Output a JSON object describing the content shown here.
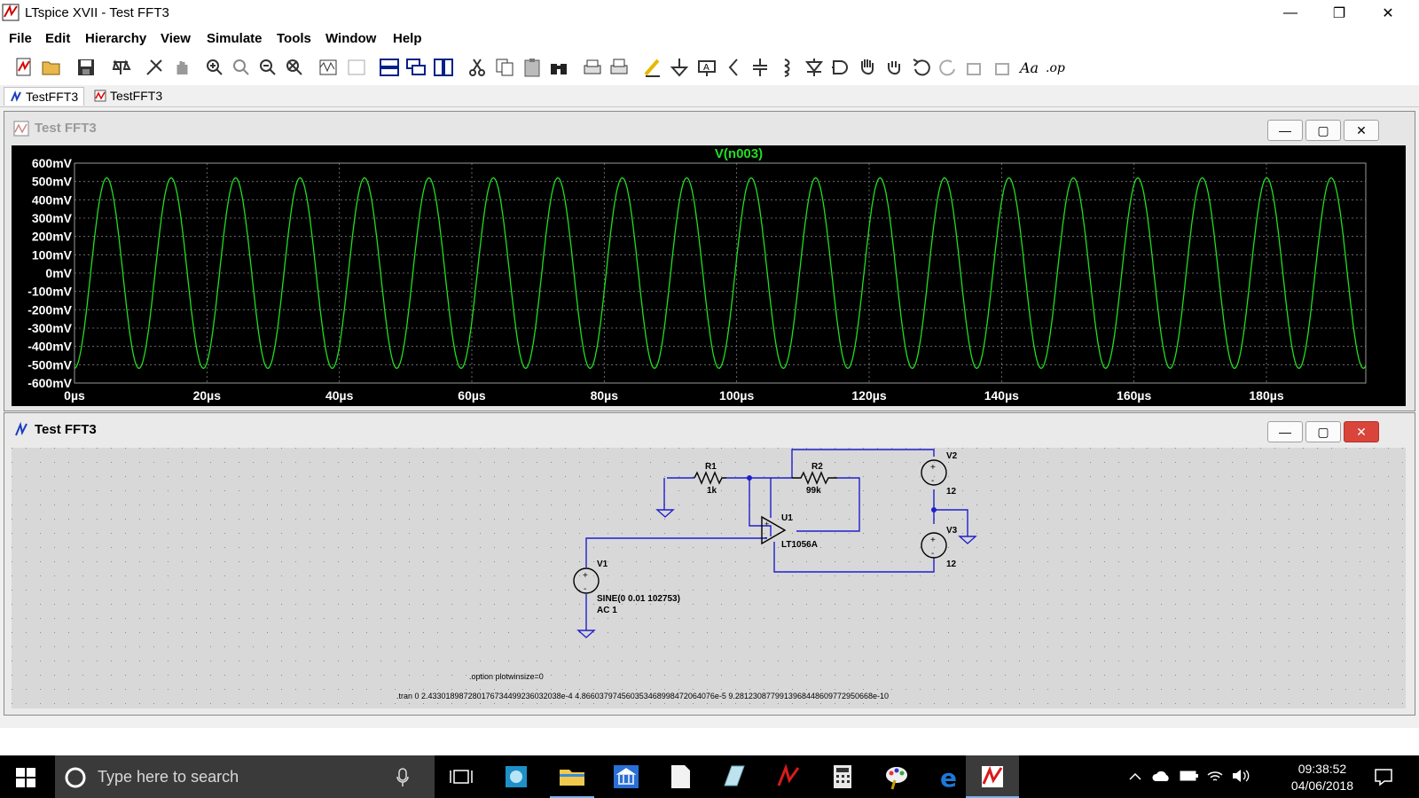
{
  "window": {
    "title": "LTspice XVII - Test FFT3"
  },
  "menu": [
    "File",
    "Edit",
    "Hierarchy",
    "View",
    "Simulate",
    "Tools",
    "Window",
    "Help"
  ],
  "tabs": [
    "TestFFT3",
    "TestFFT3"
  ],
  "waveform": {
    "title": "Test FFT3",
    "trace": "V(n003)",
    "trace_color": "#22dd22",
    "y_ticks": [
      "600mV",
      "500mV",
      "400mV",
      "300mV",
      "200mV",
      "100mV",
      "0mV",
      "-100mV",
      "-200mV",
      "-300mV",
      "-400mV",
      "-500mV",
      "-600mV"
    ],
    "x_ticks": [
      "0µs",
      "20µs",
      "40µs",
      "60µs",
      "80µs",
      "100µs",
      "120µs",
      "140µs",
      "160µs",
      "180µs"
    ]
  },
  "chart_data": {
    "type": "line",
    "title": "V(n003)",
    "xlabel": "",
    "ylabel": "",
    "xlim": [
      0,
      195
    ],
    "ylim": [
      -0.6,
      0.6
    ],
    "series": [
      {
        "name": "V(n003)",
        "function": "sine",
        "amplitude": 0.53,
        "frequency_hz": 102753,
        "x_start": 0,
        "x_end": 195
      }
    ],
    "grid": true
  },
  "schematic": {
    "title": "Test FFT3",
    "r1": {
      "name": "R1",
      "value": "1k"
    },
    "r2": {
      "name": "R2",
      "value": "99k"
    },
    "u1": {
      "name": "U1",
      "value": "LT1056A"
    },
    "v1": {
      "name": "V1",
      "line1": "SINE(0 0.01 102753)",
      "line2": "AC 1"
    },
    "v2": {
      "name": "V2",
      "value": "12"
    },
    "v3": {
      "name": "V3",
      "value": "12"
    },
    "opt": ".option plotwinsize=0",
    "tran": ".tran 0 2.43301898728017673449923603203​8e-4 4.866037974560353468998472064076e-5 9.281230877991396844860977295066​8e-10"
  },
  "taskbar": {
    "search_placeholder": "Type here to search",
    "time": "09:38:52",
    "date": "04/06/2018"
  }
}
